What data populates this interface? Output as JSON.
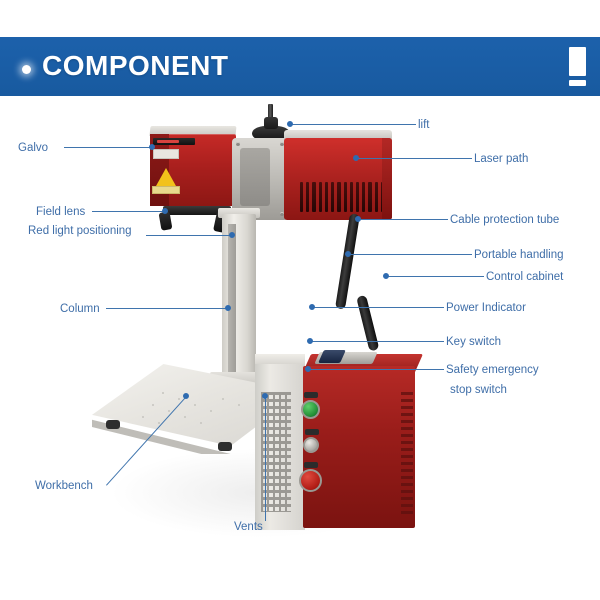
{
  "header": {
    "title": "COMPONENT",
    "bullet_icon": "bullet-dot-icon",
    "accent_color": "#1b5fa8",
    "text_color": "#ffffff",
    "exclamation_icon": "exclamation-mark-icon"
  },
  "diagram": {
    "subject": "fiber laser marking machine",
    "label_color": "#3f6ea8",
    "leader_color": "#3f74ad",
    "labels_left": [
      {
        "id": "galvo",
        "text": "Galvo"
      },
      {
        "id": "field-lens",
        "text": "Field lens"
      },
      {
        "id": "red-light-positioning",
        "text": "Red light positioning"
      },
      {
        "id": "column",
        "text": "Column"
      },
      {
        "id": "workbench",
        "text": "Workbench"
      }
    ],
    "labels_right": [
      {
        "id": "lift",
        "text": "lift"
      },
      {
        "id": "laser-path",
        "text": "Laser path"
      },
      {
        "id": "cable-protection-tube",
        "text": "Cable protection tube"
      },
      {
        "id": "portable-handling",
        "text": "Portable handling"
      },
      {
        "id": "control-cabinet",
        "text": "Control cabinet"
      },
      {
        "id": "power-indicator",
        "text": "Power Indicator"
      },
      {
        "id": "key-switch",
        "text": "Key switch"
      },
      {
        "id": "safety-emergency-stop-switch-line1",
        "text": "Safety emergency"
      },
      {
        "id": "safety-emergency-stop-switch-line2",
        "text": "stop switch"
      }
    ],
    "labels_bottom": [
      {
        "id": "vents",
        "text": "Vents"
      }
    ],
    "part_colors": {
      "body_red": "#a81f1d",
      "cabinet_red": "#9a1d1a",
      "metal_gray": "#d9d7d2",
      "power_indicator_green": "#1f8b34",
      "emergency_stop_red": "#b01b14",
      "key_switch_silver": "#a9a7a2",
      "warning_label_yellow": "#f2c21a"
    }
  }
}
